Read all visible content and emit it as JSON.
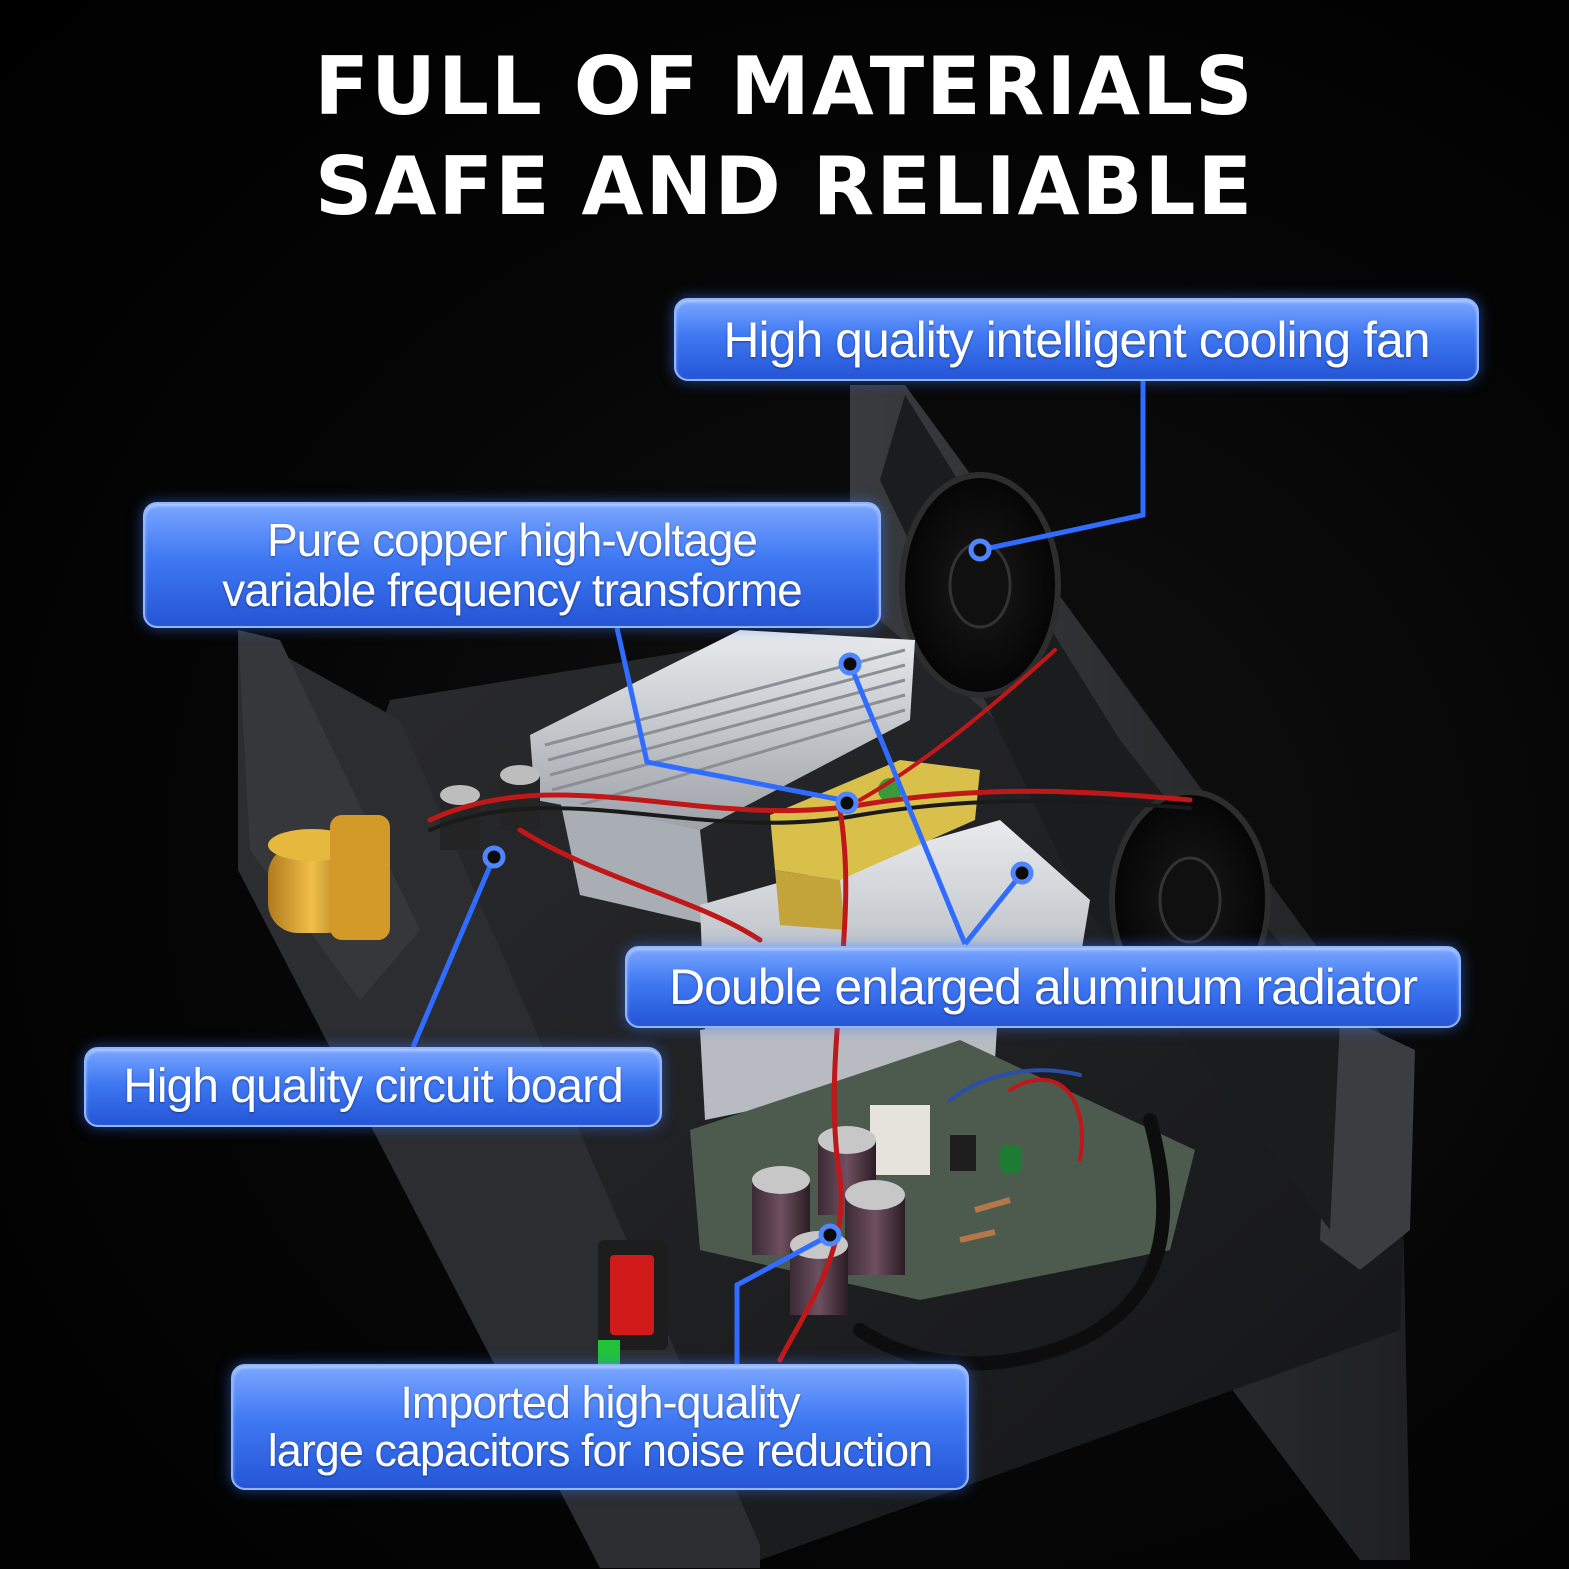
{
  "headline": {
    "line1": "FULL OF MATERIALS",
    "line2": "SAFE AND RELIABLE"
  },
  "callouts": {
    "fan": "High quality intelligent cooling fan",
    "transformer": [
      "Pure copper high-voltage",
      "variable frequency transforme"
    ],
    "radiator": "Double enlarged aluminum radiator",
    "circuit_board": "High quality circuit board",
    "capacitors": [
      "Imported high-quality",
      "large capacitors for noise reduction"
    ]
  },
  "colors": {
    "background": "#030303",
    "callout_blue": "#3f78f2",
    "leader_line": "#2f6cff",
    "headline_text": "#ffffff"
  }
}
